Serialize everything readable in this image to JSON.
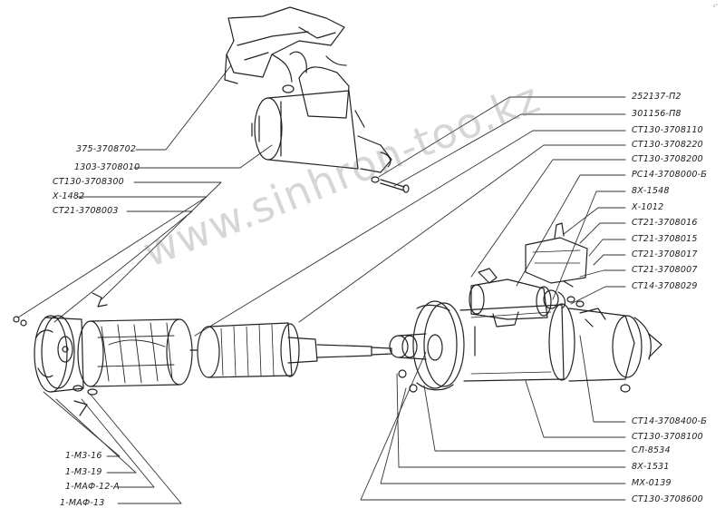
{
  "corner_mark": "s°",
  "watermark": "www.sinhron-too.kz",
  "labels": {
    "l1": "375-3708702",
    "l2": "1303-3708010",
    "l3": "СТ130-3708300",
    "l4": "Х-1482",
    "l5": "СТ21-3708003",
    "l6": "252137-П2",
    "l7": "301156-П8",
    "l8": "СТ130-3708110",
    "l9": "СТ130-3708220",
    "l10": "СТ130-3708200",
    "l11": "РС14-3708000-Б",
    "l12": "8Х-1548",
    "l13": "Х-1012",
    "l14": "СТ21-3708016",
    "l15": "СТ21-3708015",
    "l16": "СТ21-3708017",
    "l17": "СТ21-3708007",
    "l18": "СТ14-3708029",
    "l19": "СТ14-3708400-Б",
    "l20": "СТ130-3708100",
    "l21": "СЛ-8534",
    "l22": "8Х-1531",
    "l23": "МХ-0139",
    "l24": "СТ130-3708600",
    "l25": "1-М3-16",
    "l26": "1-М3-19",
    "l27": "1-МАФ-12-А",
    "l28": "1-МАФ-13"
  }
}
